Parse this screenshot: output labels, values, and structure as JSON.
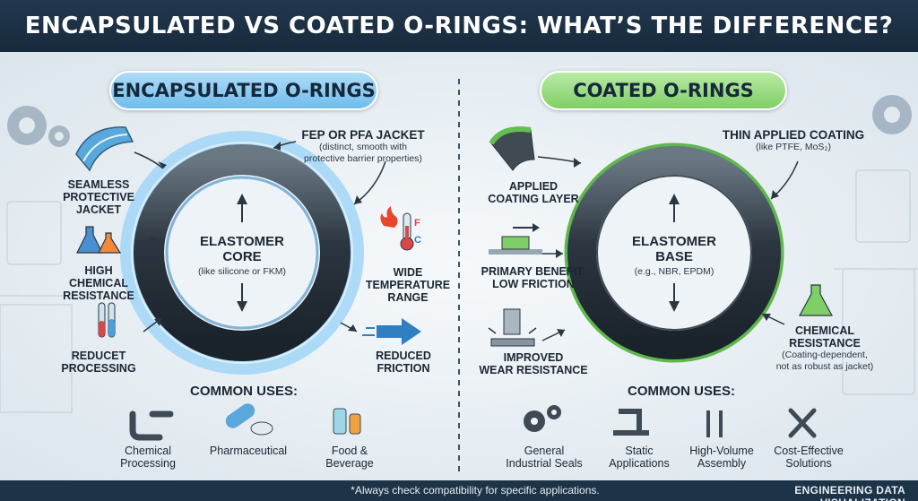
{
  "header": {
    "title": "ENCAPSULATED VS COATED O-RINGS: WHAT’S THE DIFFERENCE?"
  },
  "left": {
    "title": "ENCAPSULATED O-RINGS",
    "jacket_title": "FEP OR PFA JACKET",
    "jacket_desc_1": "(distinct, smooth with",
    "jacket_desc_2": "protective barrier properties)",
    "core_title_1": "ELASTOMER",
    "core_title_2": "CORE",
    "core_sub": "(like silicone or FKM)",
    "features": [
      {
        "line1": "SEAMLESS",
        "line2": "PROTECTIVE",
        "line3": "JACKET"
      },
      {
        "line1": "HIGH",
        "line2": "CHEMICAL",
        "line3": "RESISTANCE"
      },
      {
        "line1": "REDUCET",
        "line2": "PROCESSING",
        "line3": ""
      },
      {
        "line1": "WIDE",
        "line2": "TEMPERATURE",
        "line3": "RANGE"
      },
      {
        "line1": "REDUCED",
        "line2": "FRICTION",
        "line3": ""
      }
    ],
    "uses_title": "COMMON USES:",
    "uses": [
      {
        "line1": "Chemical",
        "line2": "Processing"
      },
      {
        "line1": "Pharmaceutical",
        "line2": ""
      },
      {
        "line1": "Food &",
        "line2": "Beverage"
      }
    ],
    "color": "#6fbdec"
  },
  "right": {
    "title": "COATED O-RINGS",
    "coating_title": "THIN APPLIED COATING",
    "coating_desc": "(like PTFE, MoS₂)",
    "base_title_1": "ELASTOMER",
    "base_title_2": "BASE",
    "base_sub": "(e.g., NBR, EPDM)",
    "features": [
      {
        "line1": "APPLIED",
        "line2": "COATING LAYER",
        "line3": ""
      },
      {
        "line1": "PRIMARY BENEFIT:",
        "line2": "LOW FRICTION",
        "line3": ""
      },
      {
        "line1": "IMPROVED",
        "line2": "WEAR RESISTANCE",
        "line3": ""
      },
      {
        "line1": "CHEMICAL",
        "line2": "RESISTANCE",
        "line3": ""
      }
    ],
    "chem_note_1": "(Coating-dependent,",
    "chem_note_2": "not as robust as jacket)",
    "uses_title": "COMMON USES:",
    "uses": [
      {
        "line1": "General",
        "line2": "Industrial Seals"
      },
      {
        "line1": "Static",
        "line2": "Applications"
      },
      {
        "line1": "High-Volume",
        "line2": "Assembly"
      },
      {
        "line1": "Cost-Effective",
        "line2": "Solutions"
      }
    ],
    "color": "#7fcf66"
  },
  "thermo_marks": {
    "f": "F",
    "c": "C"
  },
  "footer": {
    "note": "*Always check compatibility for specific applications.",
    "brand": "ENGINEERING DATA VISUALIZATION"
  }
}
